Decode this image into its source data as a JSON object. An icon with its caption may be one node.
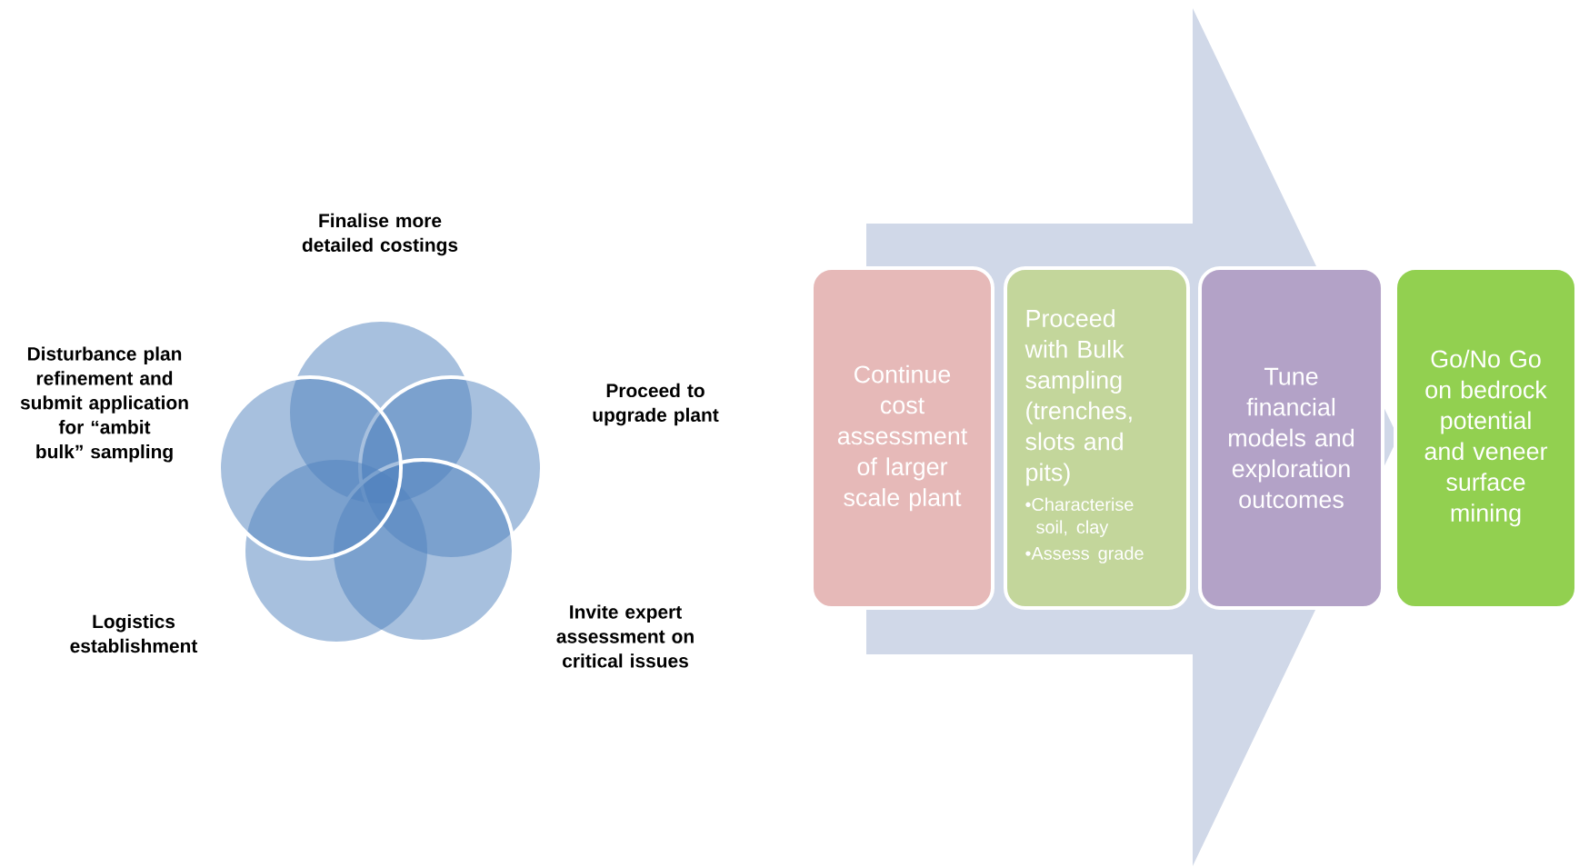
{
  "diagram": {
    "nodes": [
      {
        "text": [
          "Continue cost assessment of larger scale plant"
        ]
      },
      {
        "text": [
          "Proceed with Bulk sampling (trenches, slots and pits)",
          "•Characterise soil, clay",
          "•Assess grade"
        ]
      },
      {
        "text": [
          "Tune financial models and exploration outcomes"
        ]
      },
      {
        "text": [
          "Go/No Go on bedrock potential and veneer surface mining"
        ]
      }
    ],
    "edges": [
      {
        "from": 0,
        "to": 3,
        "arrow": "to"
      }
    ],
    "labels": [
      "Finalise more detailed costings",
      "Disturbance plan refinement and submit application for “ambit bulk” sampling",
      "Proceed to upgrade plant",
      "Logistics establishment",
      "Invite expert assessment on critical issues"
    ]
  }
}
